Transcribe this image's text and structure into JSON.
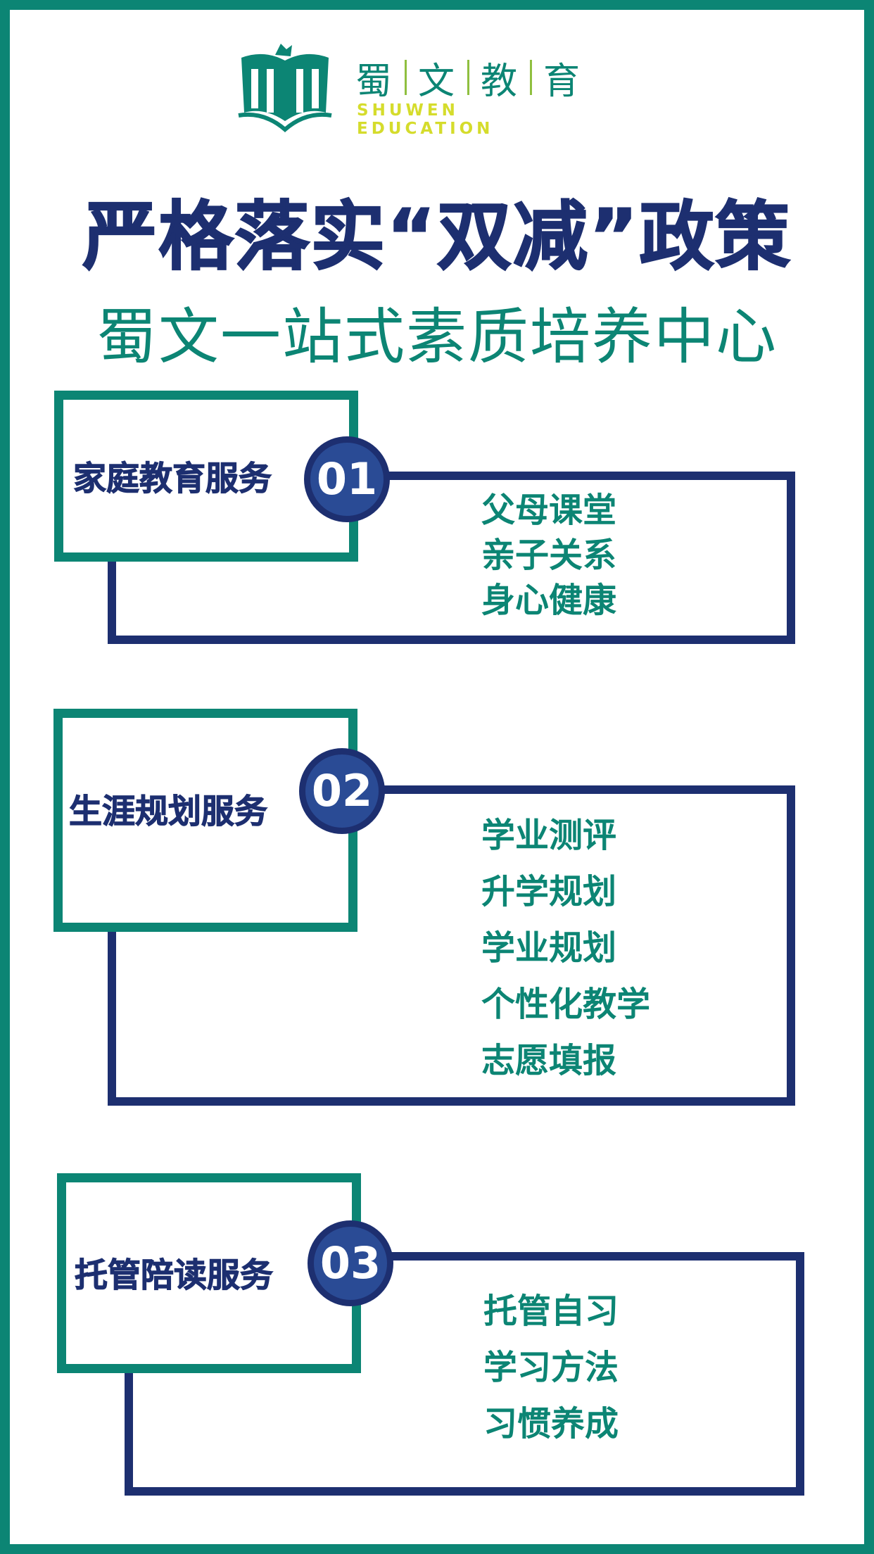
{
  "logo": {
    "chars": [
      "蜀",
      "文",
      "教",
      "育"
    ],
    "english": "SHUWEN EDUCATION"
  },
  "title": "严格落实“双减”政策",
  "subtitle": "蜀文一站式素质培养中心",
  "sections": [
    {
      "label": "家庭教育服务",
      "number": "01",
      "items": [
        "父母课堂",
        "亲子关系",
        "身心健康"
      ]
    },
    {
      "label": "生涯规划服务",
      "number": "02",
      "items": [
        "学业测评",
        "升学规划",
        "学业规划",
        "个性化教学",
        "志愿填报"
      ]
    },
    {
      "label": "托管陪读服务",
      "number": "03",
      "items": [
        "托管自习",
        "学习方法",
        "习惯养成"
      ]
    }
  ],
  "colors": {
    "teal": "#0c8574",
    "navy": "#1d2f70",
    "badge": "#2a4b95",
    "logo_accent": "#d5dc2c"
  }
}
